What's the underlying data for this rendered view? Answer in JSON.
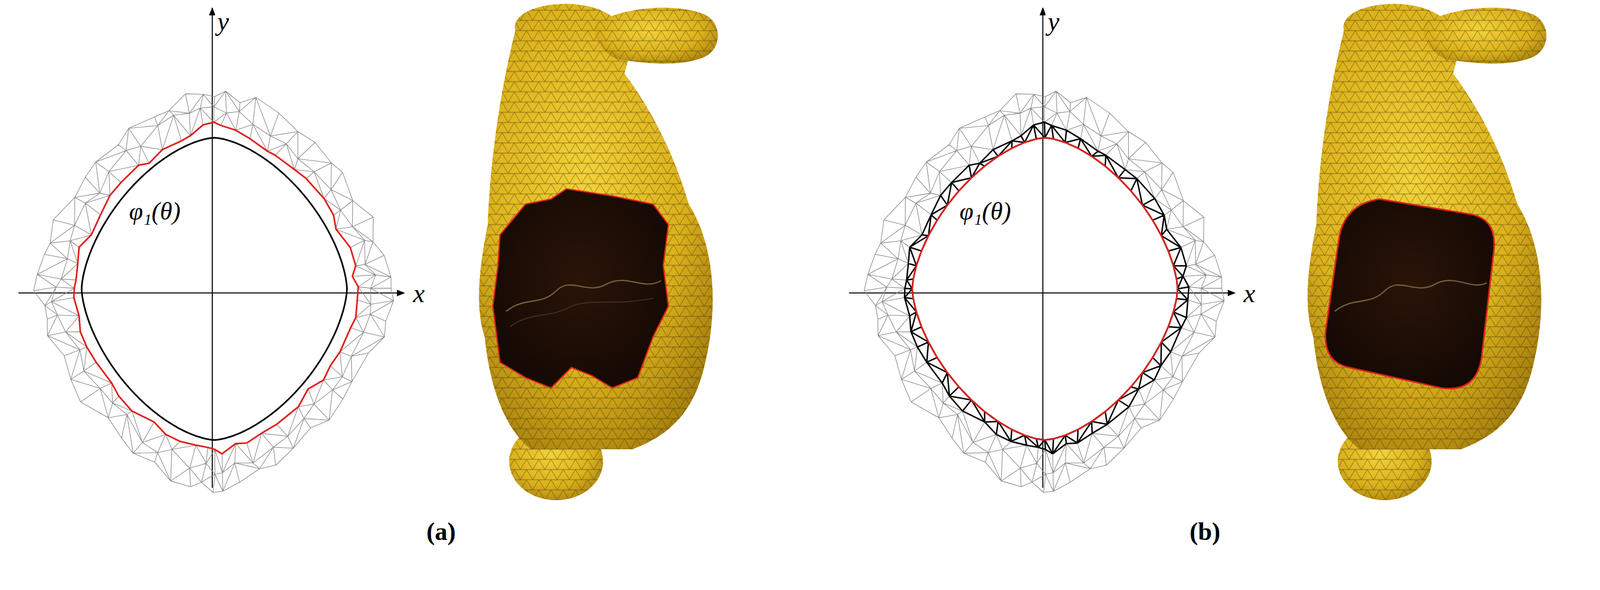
{
  "diagram": {
    "labels": [
      "y",
      "x",
      "φ₁(θ)",
      "(a)",
      "y",
      "x",
      "φ₁(θ)",
      "(b)"
    ]
  }
}
